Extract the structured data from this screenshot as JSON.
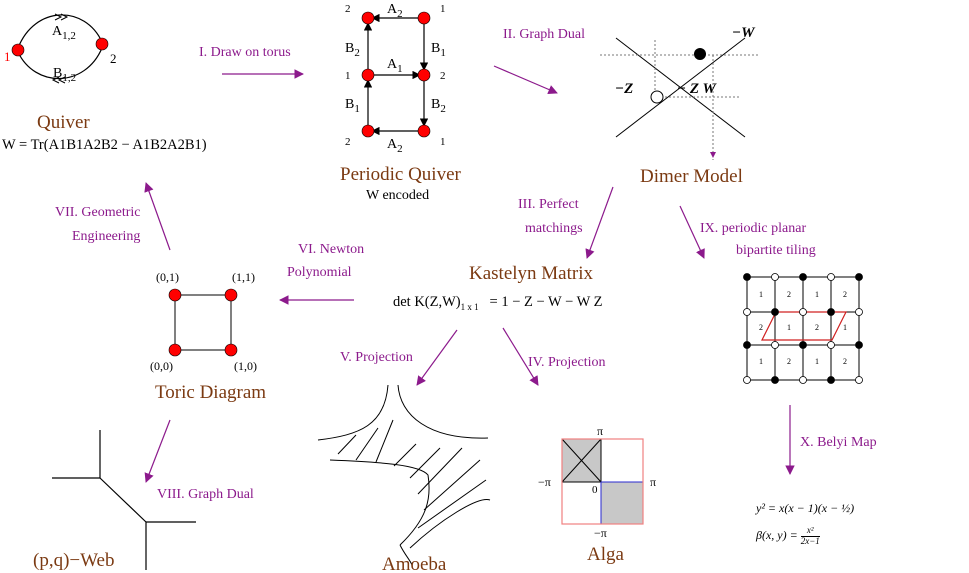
{
  "colors": {
    "node": "#ff0000",
    "arrow": "#8c1a8c",
    "title": "#7b3a12",
    "step": "#8c1a8c"
  },
  "quiver": {
    "title": "Quiver",
    "superpotential": "W = Tr(A1B1A2B2 − A1B2A2B1)",
    "node1": "1",
    "node2": "2",
    "edge_a": "A",
    "edge_a_sub": "1,2",
    "edge_b": "B",
    "edge_b_sub": "1,2"
  },
  "periodic_quiver": {
    "title": "Periodic Quiver",
    "subtitle": "W encoded",
    "node_labels": [
      "2",
      "1",
      "1",
      "2",
      "2",
      "1"
    ],
    "edges": [
      {
        "name": "A",
        "sub": "2"
      },
      {
        "name": "A",
        "sub": "1"
      },
      {
        "name": "A",
        "sub": "2"
      },
      {
        "name": "B",
        "sub": "2"
      },
      {
        "name": "B",
        "sub": "1"
      },
      {
        "name": "B",
        "sub": "1"
      },
      {
        "name": "B",
        "sub": "2"
      }
    ]
  },
  "dimer": {
    "title": "Dimer Model",
    "labels": [
      "−W",
      "−Z",
      "− Z W"
    ]
  },
  "kastelyn": {
    "title": "Kastelyn Matrix",
    "formula_left": "det K(Z,W)",
    "formula_sub": "1 x 1",
    "formula_right": "= 1 − Z − W − W Z"
  },
  "toric": {
    "title": "Toric Diagram",
    "points": [
      {
        "label": "(0,1)",
        "x": 0,
        "y": 1
      },
      {
        "label": "(1,1)",
        "x": 1,
        "y": 1
      },
      {
        "label": "(0,0)",
        "x": 0,
        "y": 0
      },
      {
        "label": "(1,0)",
        "x": 1,
        "y": 0
      }
    ]
  },
  "web": {
    "title": "(p,q)−Web"
  },
  "amoeba": {
    "title": "Amoeba"
  },
  "alga": {
    "title": "Alga",
    "labels": {
      "top": "π",
      "left": "−π",
      "right": "π",
      "bottom": "−π",
      "center": "0"
    }
  },
  "tiling": {
    "face_numbers": [
      "1",
      "2",
      "1",
      "2",
      "2",
      "1",
      "2",
      "1",
      "1",
      "2",
      "1",
      "2"
    ]
  },
  "belyi": {
    "eq1": "y² = x(x − 1)(x − ½)",
    "eq2_left": "β(x, y) =",
    "eq2_num": "x²",
    "eq2_den": "2x−1"
  },
  "steps": {
    "s1": "I. Draw on torus",
    "s2": "II. Graph Dual",
    "s3": [
      "III. Perfect",
      "matchings"
    ],
    "s4": "IV. Projection",
    "s5": "V. Projection",
    "s6": [
      "VI. Newton",
      "Polynomial"
    ],
    "s7": [
      "VII. Geometric",
      "Engineering"
    ],
    "s8": "VIII. Graph Dual",
    "s9": [
      "IX. periodic planar",
      "bipartite tiling"
    ],
    "s10": "X. Belyi Map"
  }
}
